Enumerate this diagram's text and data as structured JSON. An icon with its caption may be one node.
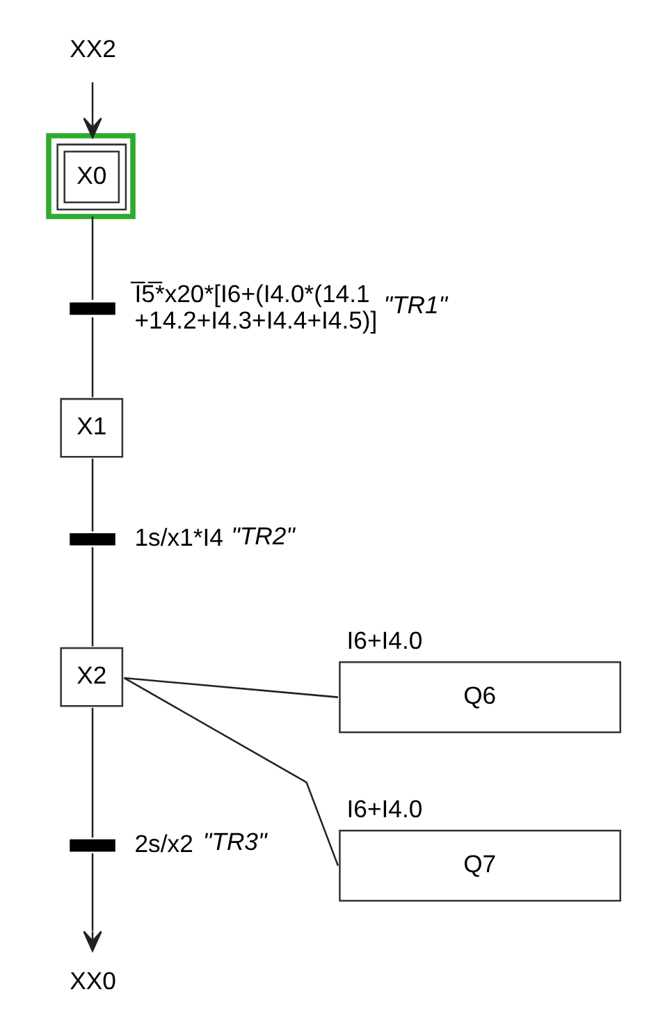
{
  "diagram": {
    "nodes": [
      {
        "text": [
          "XX2"
        ]
      },
      {
        "text": [
          "X0"
        ]
      },
      {
        "text": [],
        "shape": "bar",
        "beside": [
          "I̅5̅*x20*[I6+(I4.0*(14.1 +14.2+I4.3+I4.4+I4.5)]",
          "\"TR1\""
        ]
      },
      {
        "text": [
          "X1"
        ]
      },
      {
        "text": [],
        "shape": "bar",
        "beside": [
          "1s/x1*I4",
          "\"TR2\""
        ]
      },
      {
        "text": [
          "X2"
        ]
      },
      {
        "text": [
          "Q6"
        ],
        "beside": [
          "I6+I4.0"
        ]
      },
      {
        "text": [
          "Q7"
        ],
        "beside": [
          "I6+I4.0"
        ]
      },
      {
        "text": [],
        "shape": "bar",
        "beside": [
          "2s/x2",
          "\"TR3\""
        ]
      },
      {
        "text": [
          "XX0"
        ]
      }
    ],
    "edges": [
      {
        "from": 0,
        "to": 1,
        "arrow": "to"
      },
      {
        "from": 1,
        "to": 2,
        "arrow": "none"
      },
      {
        "from": 2,
        "to": 3,
        "arrow": "none"
      },
      {
        "from": 3,
        "to": 4,
        "arrow": "none"
      },
      {
        "from": 4,
        "to": 5,
        "arrow": "none"
      },
      {
        "from": 5,
        "to": 6,
        "arrow": "none"
      },
      {
        "from": 5,
        "to": 7,
        "arrow": "none"
      },
      {
        "from": 5,
        "to": 8,
        "arrow": "none"
      },
      {
        "from": 8,
        "to": 9,
        "arrow": "to"
      }
    ]
  }
}
